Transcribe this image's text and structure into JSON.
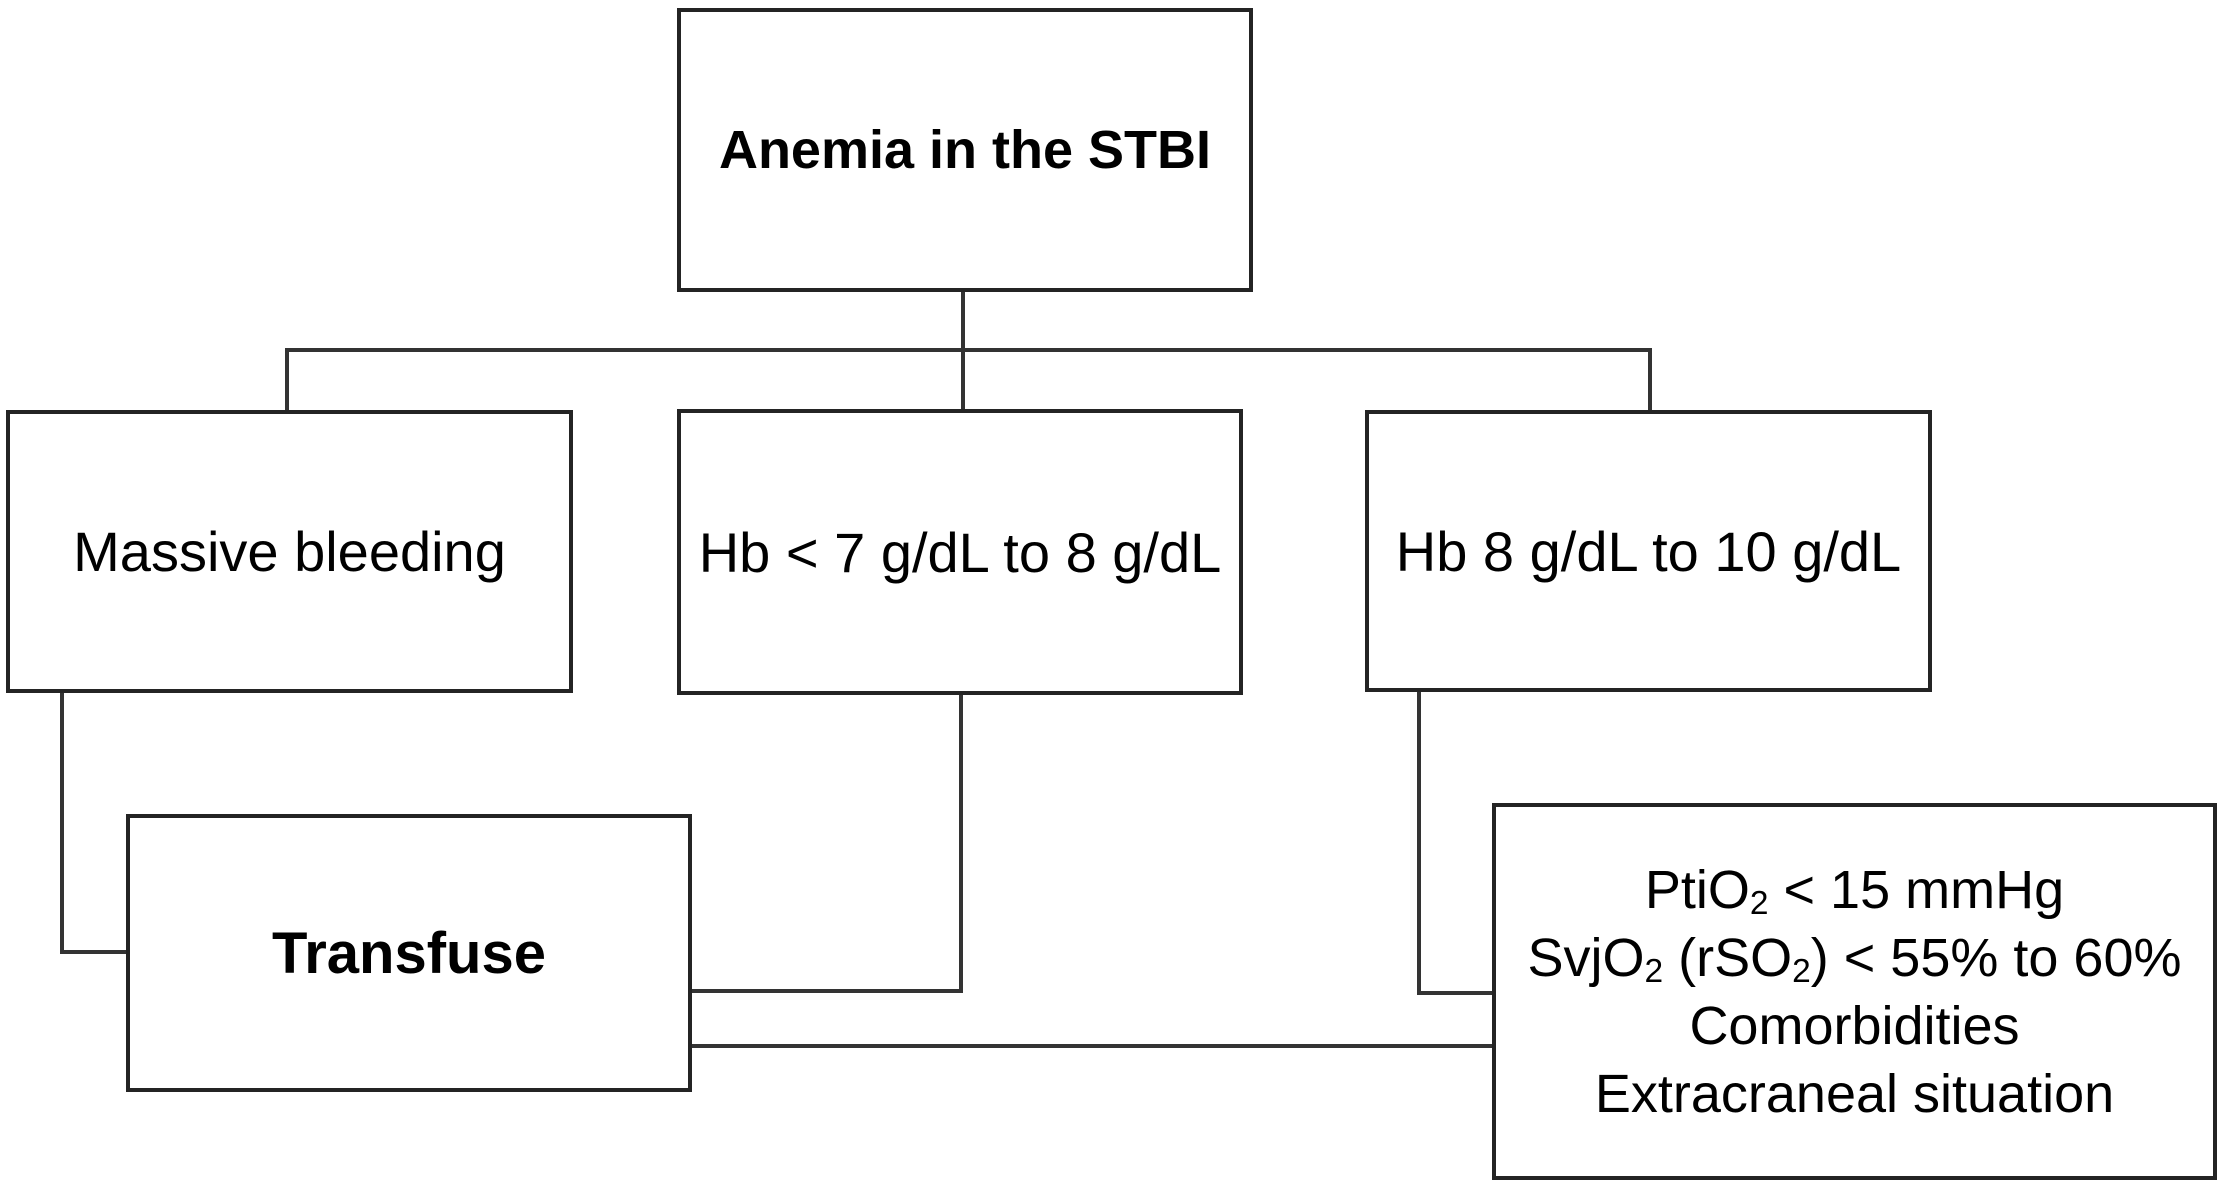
{
  "colors": {
    "background": "#ffffff",
    "box_border": "#242424",
    "connector_line": "#333333",
    "text": "#000000"
  },
  "flowchart": {
    "root": {
      "label": "Anemia in the STBI"
    },
    "branch_massive": {
      "label": "Massive bleeding"
    },
    "branch_hb_low": {
      "label": "Hb < 7 g/dL to 8 g/dL"
    },
    "branch_hb_mid": {
      "label": "Hb 8 g/dL to 10 g/dL"
    },
    "action_transfuse": {
      "label": "Transfuse"
    },
    "criteria": {
      "lines": [
        [
          {
            "t": "PtiO"
          },
          {
            "t": "2",
            "sub": true
          },
          {
            "t": " < 15 mmHg"
          }
        ],
        [
          {
            "t": "SvjO"
          },
          {
            "t": "2",
            "sub": true
          },
          {
            "t": " (rSO"
          },
          {
            "t": "2",
            "sub": true
          },
          {
            "t": ") < 55% to 60%"
          }
        ],
        [
          {
            "t": "Comorbidities"
          }
        ],
        [
          {
            "t": "Extracraneal situation"
          }
        ]
      ],
      "plain_text": [
        "PtiO2 < 15 mmHg",
        "SvjO2 (rSO2) < 55% to 60%",
        "Comorbidities",
        "Extracraneal situation"
      ]
    },
    "edges": [
      {
        "from": "Anemia in the STBI",
        "to": "Massive bleeding"
      },
      {
        "from": "Anemia in the STBI",
        "to": "Hb < 7 g/dL to 8 g/dL"
      },
      {
        "from": "Anemia in the STBI",
        "to": "Hb 8 g/dL to 10 g/dL"
      },
      {
        "from": "Massive bleeding",
        "to": "Transfuse"
      },
      {
        "from": "Hb < 7 g/dL to 8 g/dL",
        "to": "Transfuse"
      },
      {
        "from": "Hb 8 g/dL to 10 g/dL",
        "to": "PtiO2 / SvjO2 criteria"
      },
      {
        "from": "PtiO2 / SvjO2 criteria",
        "to": "Transfuse"
      }
    ]
  }
}
